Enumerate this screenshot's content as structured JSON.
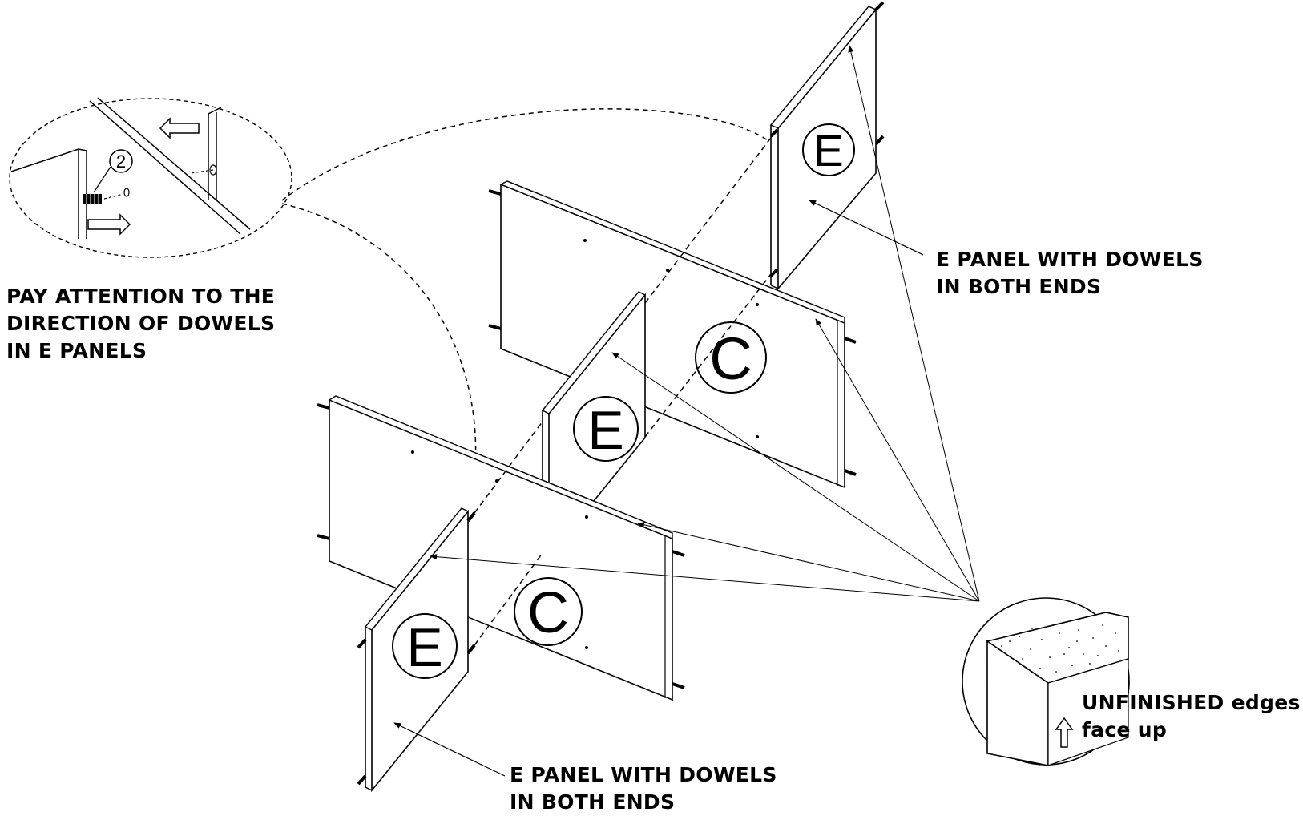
{
  "notes": {
    "dowel_direction": [
      "PAY ATTENTION TO THE",
      "DIRECTION OF DOWELS",
      "IN E PANELS"
    ],
    "e_panel_top": [
      "E PANEL WITH DOWELS",
      "IN BOTH ENDS"
    ],
    "e_panel_bottom": [
      "E PANEL WITH DOWELS",
      "IN BOTH ENDS"
    ],
    "unfinished_edges": [
      "UNFINISHED edges",
      "face up"
    ]
  },
  "panel_labels": {
    "e_top": "E",
    "c_upper": "C",
    "e_middle": "E",
    "c_lower": "C",
    "e_bottom": "E"
  },
  "detail": {
    "dowel_part_number": "2"
  },
  "colors": {
    "line": "#000000",
    "background": "#ffffff"
  },
  "icons": {
    "arrow_up": "arrow-up-outline-icon",
    "arrow_left": "arrow-left-outline-icon",
    "arrow_right": "arrow-right-outline-icon"
  }
}
